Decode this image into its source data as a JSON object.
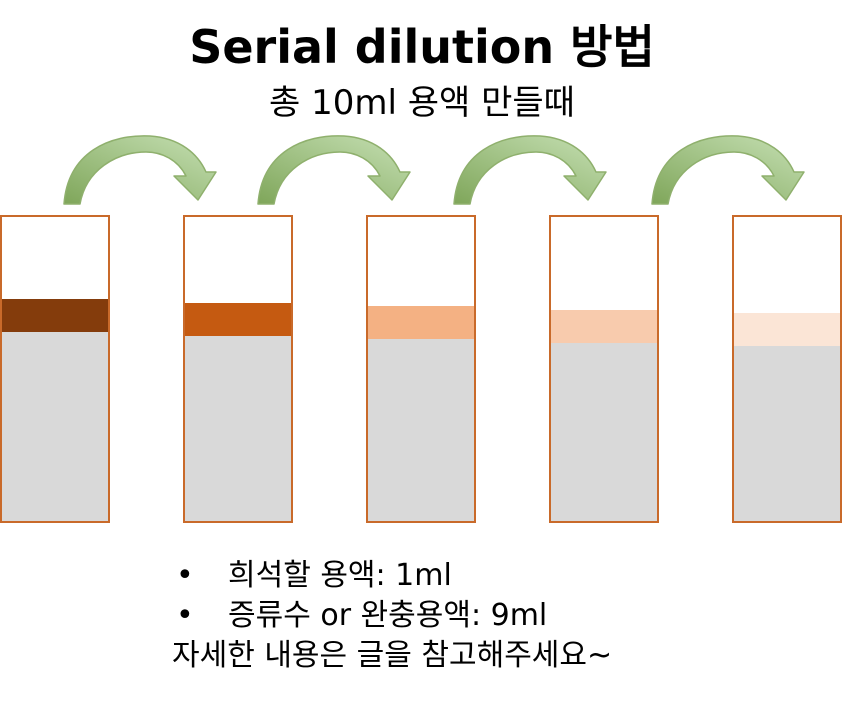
{
  "title": "Serial dilution 방법",
  "subtitle": "총 10ml 용액 만들때",
  "arrow_colors": {
    "fill_light": "#c6e0b4",
    "fill_dark": "#7fa65a",
    "stroke": "#8fb06d"
  },
  "tubes": [
    {
      "band_color": "#843c0c",
      "liquid_color": "#d9d9d9",
      "border_color": "#c96a2a"
    },
    {
      "band_color": "#c55a11",
      "liquid_color": "#d9d9d9",
      "border_color": "#c96a2a"
    },
    {
      "band_color": "#f4b183",
      "liquid_color": "#d9d9d9",
      "border_color": "#c96a2a"
    },
    {
      "band_color": "#f8cbad",
      "liquid_color": "#d9d9d9",
      "border_color": "#c96a2a"
    },
    {
      "band_color": "#fbe5d6",
      "liquid_color": "#d9d9d9",
      "border_color": "#c96a2a"
    }
  ],
  "notes": {
    "bullet_symbol": "•",
    "line1": "희석할 용액: 1ml",
    "line2": "증류수 or 완충용액: 9ml",
    "line3": "자세한 내용은 글을 참고해주세요~"
  }
}
